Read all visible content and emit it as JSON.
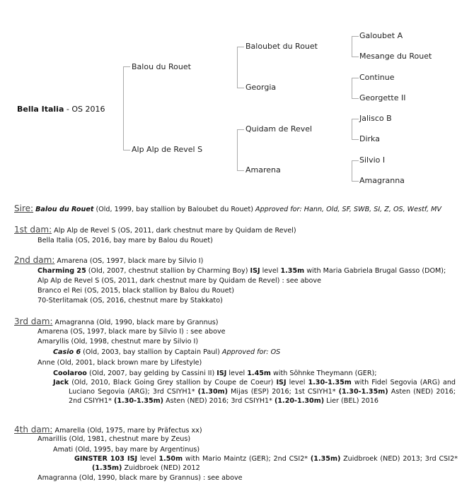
{
  "pedigree": {
    "subject_name": "Bella Italia",
    "subject_suffix": " - OS 2016",
    "gen1": [
      "Balou du Rouet",
      "Alp Alp de Revel S"
    ],
    "gen2": [
      "Baloubet du Rouet",
      "Georgia",
      "Quidam de Revel",
      "Amarena"
    ],
    "gen3": [
      "Galoubet A",
      "Mesange du Rouet",
      "Continue",
      "Georgette II",
      "Jalisco B",
      "Dirka",
      "Silvio I",
      "Amagranna"
    ]
  },
  "lines": [
    {
      "segs": [
        {
          "t": "Sire:",
          "h": 1
        },
        {
          "t": " "
        },
        {
          "t": "Balou du Rouet",
          "b": 1,
          "i": 1
        },
        {
          "t": " (Old, 1999, bay stallion by Baloubet du Rouet) "
        },
        {
          "t": "Approved for: Hann, Old, SF, SWB, SI, Z, OS, Westf, MV",
          "i": 1
        }
      ]
    },
    {
      "segs": [
        {
          "t": "1st dam:",
          "h": 1
        },
        {
          "t": " Alp Alp de Revel S (OS, 2011, dark chestnut mare by Quidam de Revel)"
        }
      ]
    },
    {
      "segs": [
        {
          "t": "Bella Italia (OS, 2016, bay mare by Balou du Rouet)"
        }
      ]
    },
    {
      "segs": [
        {
          "t": "2nd dam:",
          "h": 1
        },
        {
          "t": " Amarena (OS, 1997, black mare by Silvio I)"
        }
      ]
    },
    {
      "segs": [
        {
          "t": "Charming 25",
          "b": 1
        },
        {
          "t": " (Old, 2007, chestnut stallion by Charming Boy) "
        },
        {
          "t": "ISJ",
          "b": 1
        },
        {
          "t": " level "
        },
        {
          "t": "1.35m",
          "b": 1
        },
        {
          "t": " with Maria Gabriela Brugal Gasso (DOM);"
        }
      ]
    },
    {
      "segs": [
        {
          "t": "Alp Alp de Revel S (OS, 2011, dark chestnut mare by Quidam de Revel) : see above"
        }
      ]
    },
    {
      "segs": [
        {
          "t": "Branco el Rei (OS, 2015, black stallion by Balou du Rouet)"
        }
      ]
    },
    {
      "segs": [
        {
          "t": "70-Sterlitamak (OS, 2016, chestnut mare by Stakkato)"
        }
      ]
    },
    {
      "segs": [
        {
          "t": "3rd dam:",
          "h": 1
        },
        {
          "t": " Amagranna (Old, 1990, black mare by Grannus)"
        }
      ]
    },
    {
      "segs": [
        {
          "t": "Amarena (OS, 1997, black mare by Silvio I) : see above"
        }
      ]
    },
    {
      "segs": [
        {
          "t": "Amaryllis (Old, 1998, chestnut mare by Silvio I)"
        }
      ]
    },
    {
      "segs": [
        {
          "t": "Casio 6",
          "b": 1,
          "i": 1
        },
        {
          "t": " (Old, 2003, bay stallion by Captain Paul) "
        },
        {
          "t": "Approved for: OS",
          "i": 1
        }
      ]
    },
    {
      "segs": [
        {
          "t": "Anne (Old, 2001, black brown mare by Lifestyle)"
        }
      ]
    },
    {
      "segs": [
        {
          "t": "Coolaroo",
          "b": 1
        },
        {
          "t": " (Old, 2007, bay gelding by Cassini II) "
        },
        {
          "t": "ISJ",
          "b": 1
        },
        {
          "t": " level "
        },
        {
          "t": "1.45m",
          "b": 1
        },
        {
          "t": " with Söhnke Theymann (GER);"
        }
      ]
    },
    {
      "segs": [
        {
          "t": "Jack",
          "b": 1
        },
        {
          "t": " (Old, 2010, Black Going Grey stallion by Coupe de Coeur) "
        },
        {
          "t": "ISJ",
          "b": 1
        },
        {
          "t": " level "
        },
        {
          "t": "1.30-1.35m",
          "b": 1
        },
        {
          "t": " with Fidel Segovia (ARG) and Luciano Segovia (ARG); 3rd CSIYH1* "
        },
        {
          "t": "(1.30m)",
          "b": 1
        },
        {
          "t": " Mijas (ESP) 2016; 1st CSIYH1* "
        },
        {
          "t": "(1.30-1.35m)",
          "b": 1
        },
        {
          "t": " Asten (NED) 2016; 2nd CSIYH1* "
        },
        {
          "t": "(1.30-1.35m)",
          "b": 1
        },
        {
          "t": " Asten (NED) 2016; 3rd CSIYH1* "
        },
        {
          "t": "(1.20-1.30m)",
          "b": 1
        },
        {
          "t": " Lier (BEL) 2016"
        }
      ]
    },
    {
      "segs": [
        {
          "t": "4th dam:",
          "h": 1
        },
        {
          "t": " Amarella (Old, 1975, mare by Präfectus xx)"
        }
      ]
    },
    {
      "segs": [
        {
          "t": "Amarillis (Old, 1981, chestnut mare by Zeus)"
        }
      ]
    },
    {
      "segs": [
        {
          "t": "Amati (Old, 1995, bay mare by Argentinus)"
        }
      ]
    },
    {
      "segs": [
        {
          "t": "GINSTER 103 ISJ",
          "b": 1
        },
        {
          "t": " level "
        },
        {
          "t": "1.50m",
          "b": 1
        },
        {
          "t": " with Mario Maintz (GER); 2nd CSI2* "
        },
        {
          "t": "(1.35m)",
          "b": 1
        },
        {
          "t": " Zuidbroek (NED) 2013; 3rd CSI2* "
        },
        {
          "t": "(1.35m)",
          "b": 1
        },
        {
          "t": " Zuidbroek (NED) 2012"
        }
      ]
    },
    {
      "segs": [
        {
          "t": "Amagranna (Old, 1990, black mare by Grannus) : see above"
        }
      ]
    }
  ]
}
